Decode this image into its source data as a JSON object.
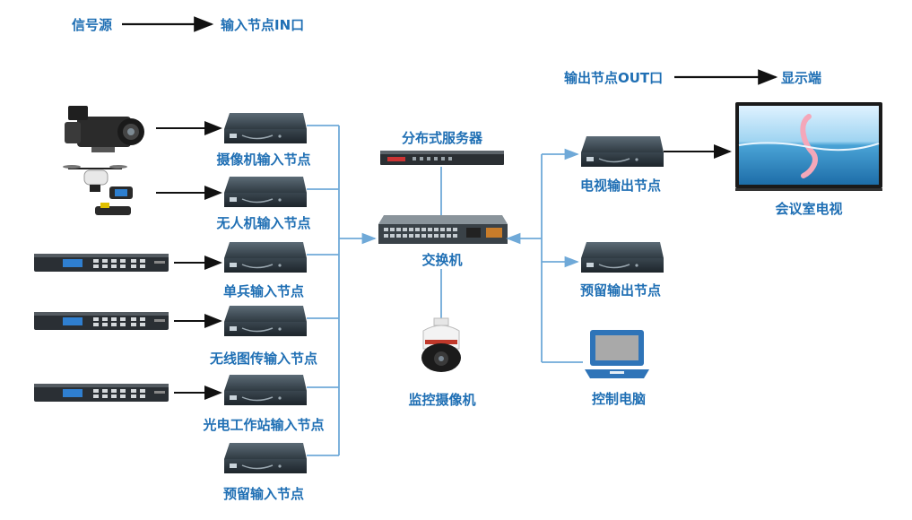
{
  "legend": {
    "in_source": "信号源",
    "in_target": "输入节点IN口",
    "out_source": "输出节点OUT口",
    "out_target": "显示端"
  },
  "inputs": [
    {
      "label": "摄像机输入节点",
      "device": "camcorder-icon"
    },
    {
      "label": "无人机输入节点",
      "device": "drone-icon"
    },
    {
      "label": "单兵输入节点",
      "device": "rack-encoder-icon"
    },
    {
      "label": "无线图传输入节点",
      "device": "rack-encoder-icon"
    },
    {
      "label": "光电工作站输入节点",
      "device": "rack-encoder-icon"
    },
    {
      "label": "预留输入节点",
      "device": ""
    }
  ],
  "center": {
    "server": "分布式服务器",
    "switch": "交换机",
    "camera": "监控摄像机"
  },
  "outputs": {
    "tv_node": "电视输出节点",
    "tv": "会议室电视",
    "reserved": "预留输出节点",
    "pc": "控制电脑"
  },
  "colors": {
    "label": "#1f6fb4",
    "line": "#6fa9d8",
    "arrow": "#111111"
  }
}
